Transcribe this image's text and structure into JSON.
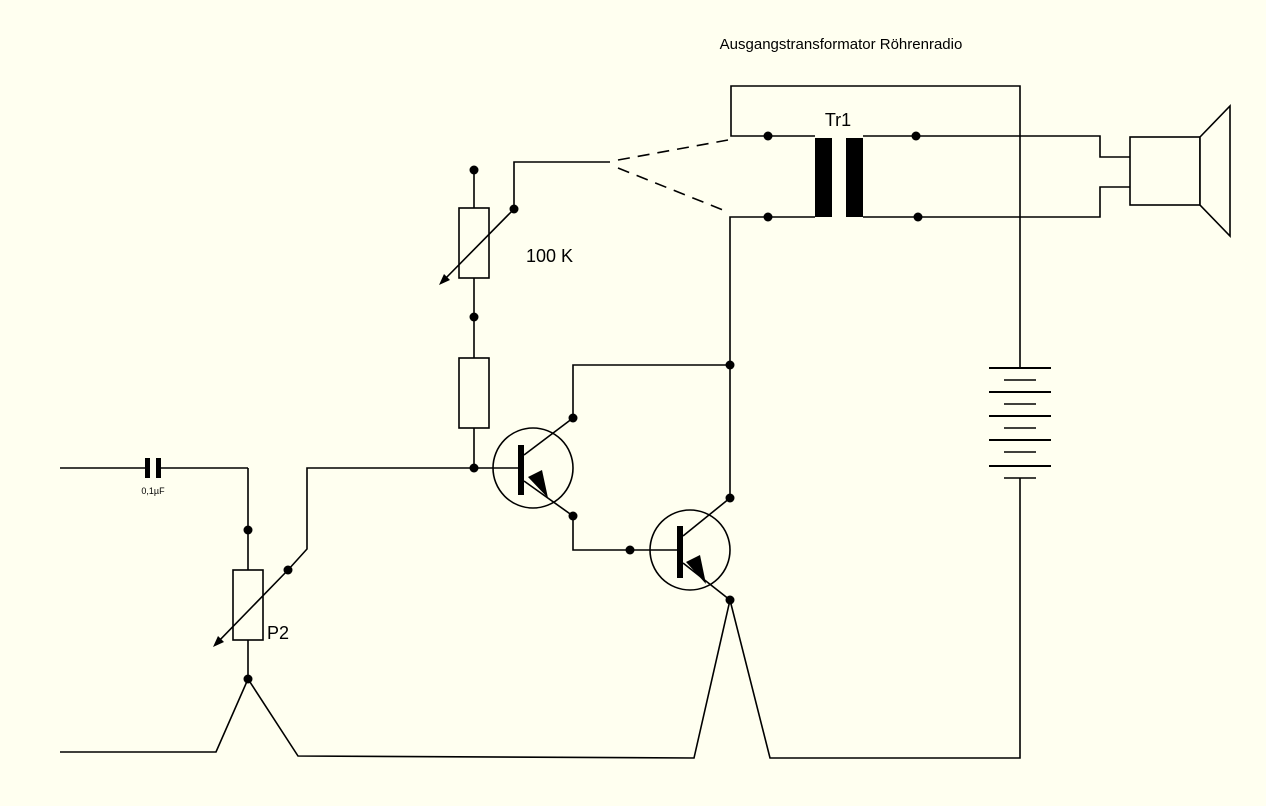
{
  "diagram": {
    "title": "Ausgangstransformator Röhrenradio",
    "labels": {
      "transformer": "Tr1",
      "resistor": "100 K",
      "potentiometer": "P2",
      "capacitor": "0,1µF"
    },
    "colors": {
      "background": "#fffff0",
      "line": "#000000"
    }
  }
}
